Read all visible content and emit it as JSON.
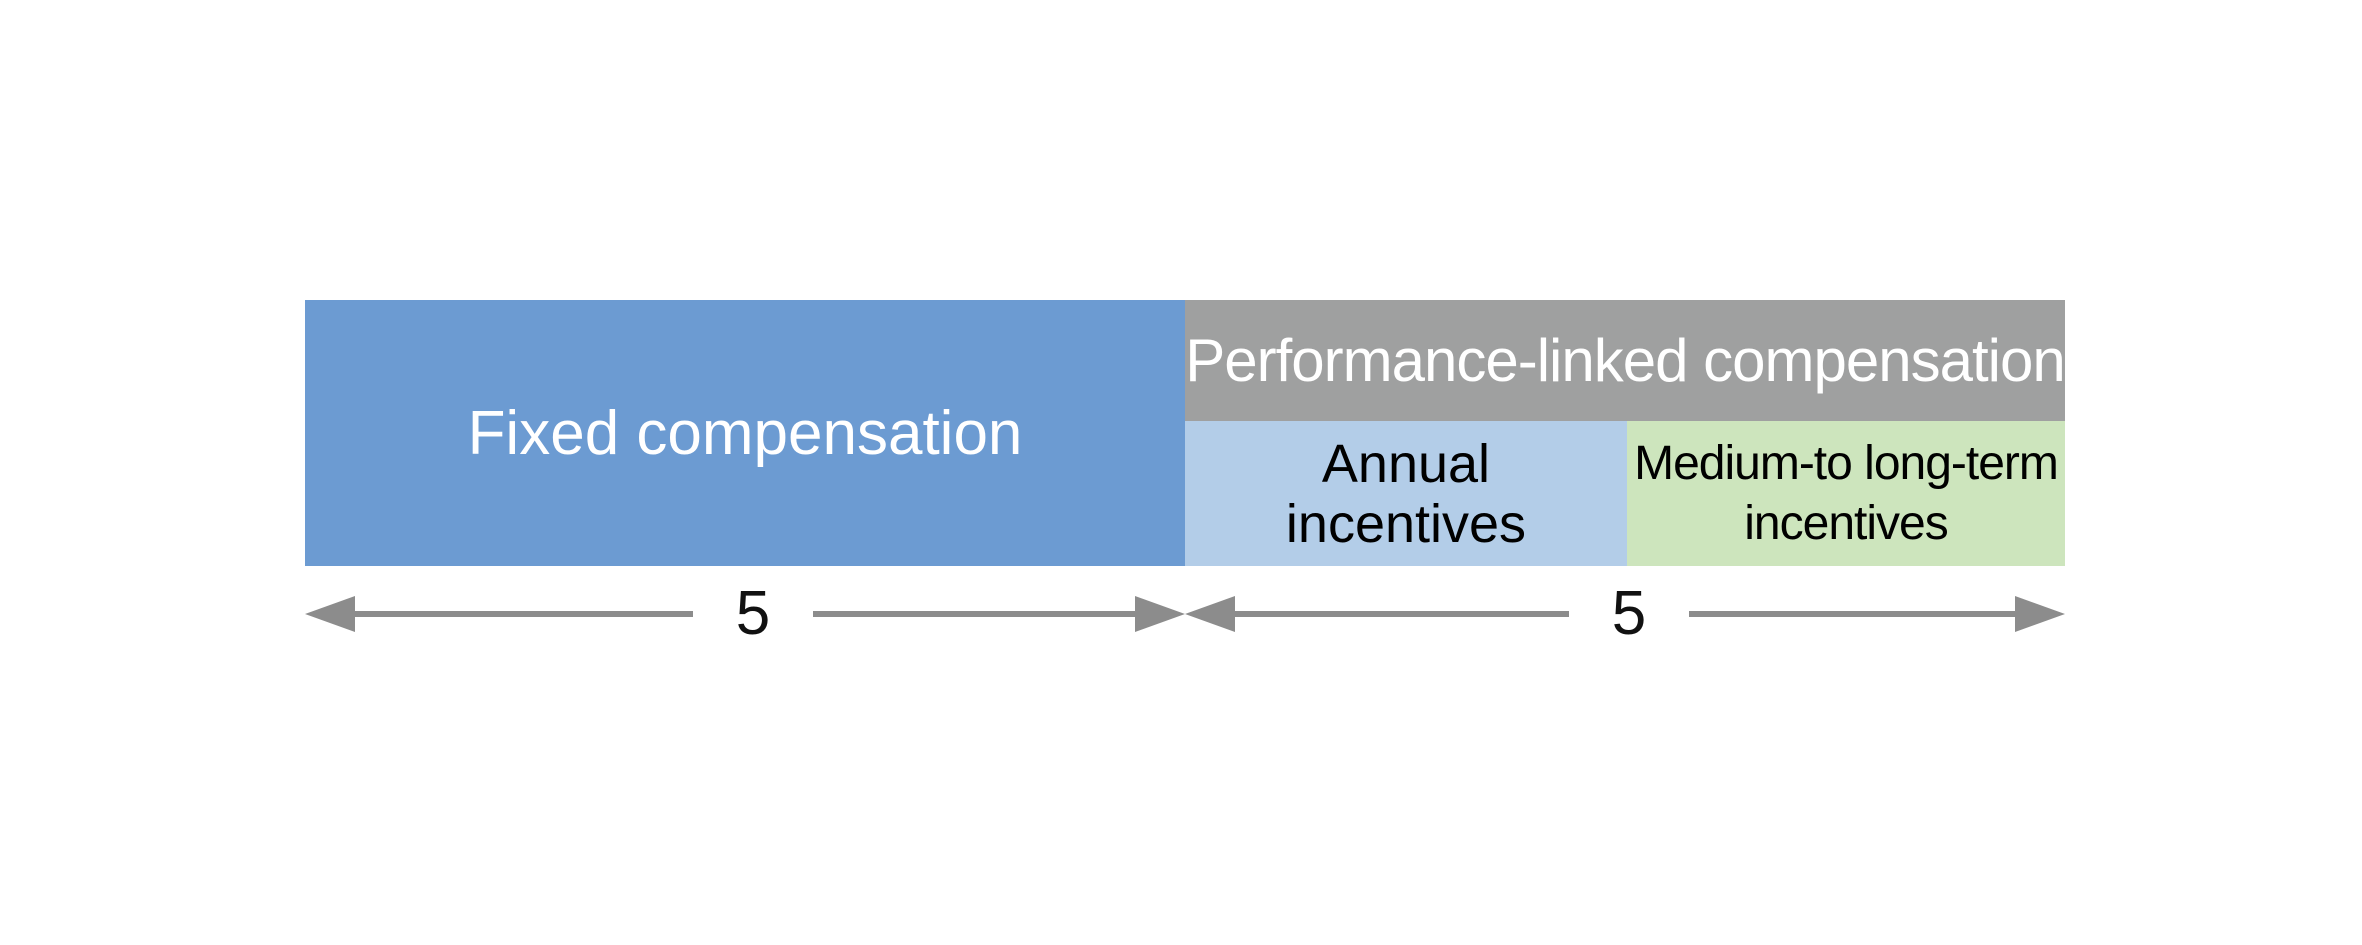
{
  "blocks": {
    "fixed": "Fixed compensation",
    "performance": "Performance-linked compensation",
    "annual_line1": "Annual",
    "annual_line2": "incentives",
    "medium_line1": "Medium-to long-term",
    "medium_line2": "incentives"
  },
  "ratios": {
    "fixed": "5",
    "performance": "5"
  },
  "colors": {
    "fixed": "#6c9bd2",
    "performance": "#9fa0a0",
    "annual": "#b3cde8",
    "medium": "#cde5bd",
    "arrow": "#8c8c8c"
  }
}
